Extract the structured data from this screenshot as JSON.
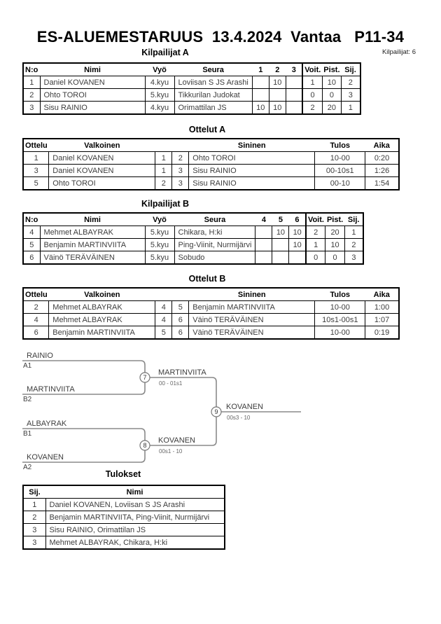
{
  "page": {
    "title": "ES-ALUEMESTARUUS  13.4.2024  Vantaa   P11-34",
    "competitors_count_label": "Kilpailijat: 6"
  },
  "sections": {
    "pool_a": {
      "heading": "Kilpailijat A",
      "headers": [
        "N:o",
        "Nimi",
        "Vyö",
        "Seura",
        "1",
        "2",
        "3",
        "Voit.",
        "Pist.",
        "Sij."
      ],
      "rows": [
        [
          "1",
          "Daniel KOVANEN",
          "4.kyu",
          "Loviisan S JS Arashi",
          "",
          "10",
          "",
          "1",
          "10",
          "2"
        ],
        [
          "2",
          "Ohto TOROI",
          "5.kyu",
          "Tikkurilan Judokat",
          "",
          "",
          "",
          "0",
          "0",
          "3"
        ],
        [
          "3",
          "Sisu RAINIO",
          "4.kyu",
          "Orimattilan JS",
          "10",
          "10",
          "",
          "2",
          "20",
          "1"
        ]
      ]
    },
    "matches_a": {
      "heading": "Ottelut A",
      "headers": [
        "Ottelu",
        "Valkoinen",
        "Sininen",
        "Tulos",
        "Aika"
      ],
      "rows": [
        [
          "1",
          "Daniel KOVANEN",
          "1",
          "2",
          "Ohto TOROI",
          "10-00",
          "0:20"
        ],
        [
          "3",
          "Daniel KOVANEN",
          "1",
          "3",
          "Sisu RAINIO",
          "00-10s1",
          "1:26"
        ],
        [
          "5",
          "Ohto TOROI",
          "2",
          "3",
          "Sisu RAINIO",
          "00-10",
          "1:54"
        ]
      ]
    },
    "pool_b": {
      "heading": "Kilpailijat B",
      "headers": [
        "N:o",
        "Nimi",
        "Vyö",
        "Seura",
        "4",
        "5",
        "6",
        "Voit.",
        "Pist.",
        "Sij."
      ],
      "rows": [
        [
          "4",
          "Mehmet ALBAYRAK",
          "5.kyu",
          "Chikara, H:ki",
          "",
          "10",
          "10",
          "2",
          "20",
          "1"
        ],
        [
          "5",
          "Benjamin MARTINVIITA",
          "5.kyu",
          "Ping-Viinit, Nurmijärvi",
          "",
          "",
          "10",
          "1",
          "10",
          "2"
        ],
        [
          "6",
          "Väinö TERÄVÄINEN",
          "5.kyu",
          "Sobudo",
          "",
          "",
          "",
          "0",
          "0",
          "3"
        ]
      ]
    },
    "matches_b": {
      "heading": "Ottelut B",
      "headers": [
        "Ottelu",
        "Valkoinen",
        "Sininen",
        "Tulos",
        "Aika"
      ],
      "rows": [
        [
          "2",
          "Mehmet ALBAYRAK",
          "4",
          "5",
          "Benjamin MARTINVIITA",
          "10-00",
          "1:00"
        ],
        [
          "4",
          "Mehmet ALBAYRAK",
          "4",
          "6",
          "Väinö TERÄVÄINEN",
          "10s1-00s1",
          "1:07"
        ],
        [
          "6",
          "Benjamin MARTINVIITA",
          "5",
          "6",
          "Väinö TERÄVÄINEN",
          "10-00",
          "0:19"
        ]
      ]
    },
    "results": {
      "heading": "Tulokset",
      "headers": [
        "Sij.",
        "Nimi"
      ],
      "rows": [
        [
          "1",
          "Daniel KOVANEN, Loviisan S JS Arashi"
        ],
        [
          "2",
          "Benjamin MARTINVIITA, Ping-Viinit, Nurmijärvi"
        ],
        [
          "3",
          "Sisu RAINIO, Orimattilan JS"
        ],
        [
          "3",
          "Mehmet ALBAYRAK, Chikara, H:ki"
        ]
      ]
    }
  },
  "bracket": {
    "slots": [
      {
        "name": "RAINIO",
        "code": "A1"
      },
      {
        "name": "MARTINVIITA",
        "code": "B2"
      },
      {
        "name": "ALBAYRAK",
        "code": "B1"
      },
      {
        "name": "KOVANEN",
        "code": "A2"
      }
    ],
    "matches": [
      {
        "number": "7",
        "winner": "MARTINVIITA",
        "score": "00 - 01s1"
      },
      {
        "number": "8",
        "winner": "KOVANEN",
        "score": "00s1 - 10"
      },
      {
        "number": "9",
        "winner": "KOVANEN",
        "score": "00s3 - 10"
      }
    ]
  },
  "colors": {
    "border": "#000000",
    "data_text": "#3d3d3d",
    "bracket_line": "#8a8a8a"
  }
}
